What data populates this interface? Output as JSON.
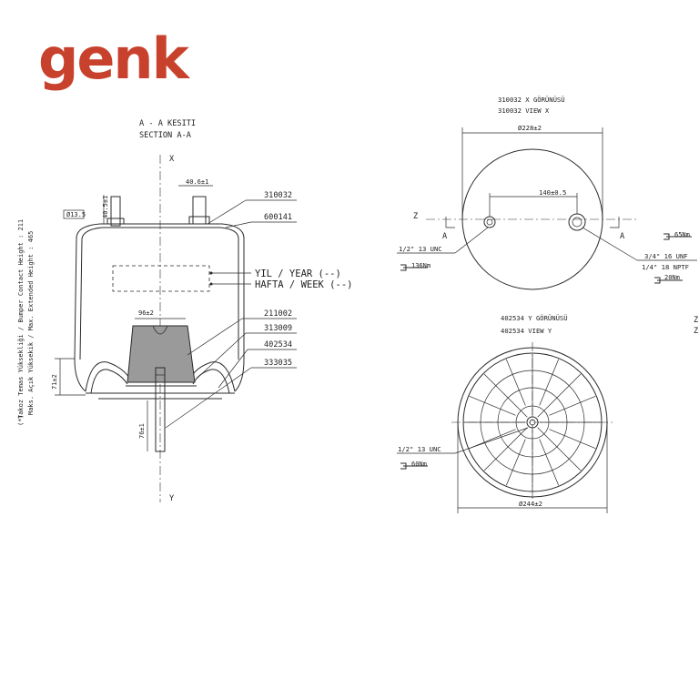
{
  "logo": {
    "text": "genk",
    "color": "#c8412c"
  },
  "section": {
    "line1": "A - A KESITI",
    "line2": "SECTION A-A"
  },
  "axis": {
    "x": "X",
    "y": "Y",
    "z": "Z",
    "a": "A"
  },
  "vertical_label": {
    "line1": "Takoz Temas Yüksekliği / Bumper Contact Height : 211",
    "line2": "Maks. Açık Yüksekik / Max. Extended Height : 465",
    "marker": "(*)"
  },
  "dims": {
    "stud_height": "40.5±1",
    "stud_spacing": "40.6±1",
    "pin_diameter": "Ø13.5",
    "piston_width": "96±2",
    "piston_height": "71±2",
    "bolt_length": "76±1",
    "view_x_diameter": "Ø228±2",
    "view_x_spacing": "140±0.5",
    "view_y_diameter": "Ø244±2"
  },
  "part_labels": [
    "310032",
    "600141",
    "211002",
    "313009",
    "402534",
    "333035"
  ],
  "date_labels": {
    "year": "YIL / YEAR (--)",
    "week": "HAFTA / WEEK (--)"
  },
  "view_x": {
    "title1": "310032 X GÖRÜNÜSÜ",
    "title2": "310032   VIEW X",
    "thread_left": "1/2\" 13 UNC",
    "torque_left": "136Nm",
    "thread_right": "3/4\" 16 UNF",
    "torque_right": "65Nm",
    "thread_right2": "1/4\" 18 NPTF",
    "torque_right2": "20Nm"
  },
  "view_y": {
    "title1": "402534 Y GÖRÜNÜSÜ",
    "title2": "402534 VIEW Y",
    "thread": "1/2\" 13 UNC",
    "torque": "60Nm"
  }
}
